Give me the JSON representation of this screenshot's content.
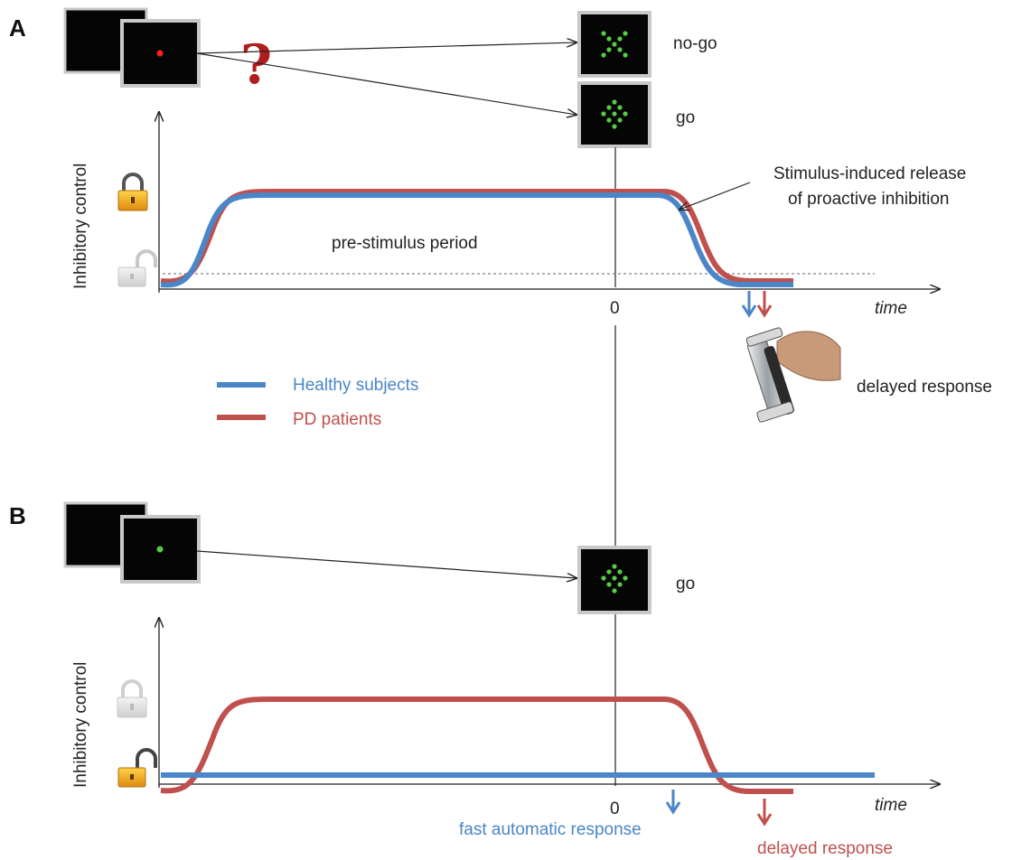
{
  "panel_a": {
    "label": "A",
    "outcome_top": "no-go",
    "outcome_bottom": "go",
    "y_axis_label": "Inhibitory control",
    "annotation": [
      "Stimulus-induced release",
      "of  proactive inhibition"
    ],
    "period_label": "pre-stimulus period",
    "zero_tick": "0",
    "x_axis_label": "time",
    "response_label": "delayed response"
  },
  "legend": {
    "healthy": "Healthy subjects",
    "pd": "PD patients"
  },
  "panel_b": {
    "label": "B",
    "outcome": "go",
    "y_axis_label": "Inhibitory control",
    "zero_tick": "0",
    "x_axis_label": "time",
    "fast_label": "fast automatic response",
    "delayed_label": "delayed response"
  },
  "colors": {
    "healthy": "#4a86c8",
    "pd": "#c0504d",
    "question": "#b01d1d",
    "lock": "#f0a020",
    "stimulus_dot": "#55cc44",
    "cue_red": "#ff2020"
  }
}
